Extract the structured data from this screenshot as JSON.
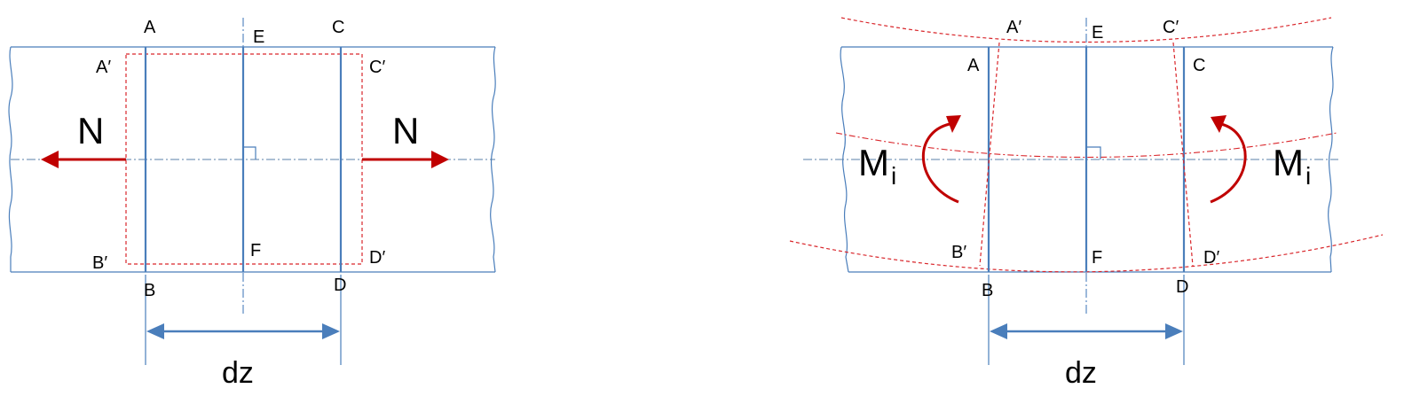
{
  "left_panel": {
    "labels": {
      "A": "A",
      "E": "E",
      "C": "C",
      "A_prime": "A′",
      "C_prime": "C′",
      "B_prime": "B′",
      "D_prime": "D′",
      "F": "F",
      "B": "B",
      "D": "D"
    },
    "force_left": "N",
    "force_right": "N",
    "dimension": "dz"
  },
  "right_panel": {
    "labels": {
      "A_prime": "A′",
      "E": "E",
      "C_prime": "C′",
      "A": "A",
      "C": "C",
      "B_prime": "B′",
      "D_prime": "D′",
      "F": "F",
      "B": "B",
      "D": "D"
    },
    "moment_left": "M",
    "moment_right": "M",
    "moment_subscript": "i",
    "dimension": "dz"
  },
  "colors": {
    "structure": "#4a7ebb",
    "deformed": "#d9262b",
    "load": "#c00000"
  }
}
